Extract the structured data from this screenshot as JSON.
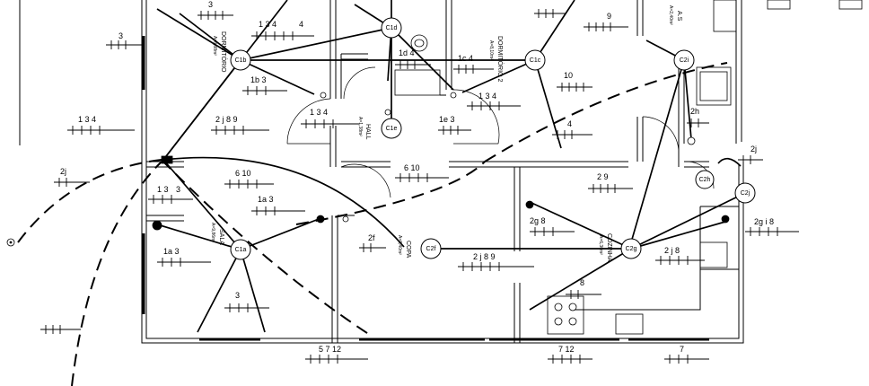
{
  "rooms": [
    {
      "id": "dormitorio1",
      "name": "DORMITÓRIO",
      "area": "A=8,88m²"
    },
    {
      "id": "dormitorio2",
      "name": "DORMITÓRIO 2",
      "area": "A=8,10m²"
    },
    {
      "id": "hall",
      "name": "HALL",
      "area": "A=1,38m²"
    },
    {
      "id": "sala",
      "name": "SALA",
      "area": "A=9,86m²"
    },
    {
      "id": "copa",
      "name": "COPA",
      "area": "A=8,40m²"
    },
    {
      "id": "cozinha",
      "name": "COZINHA",
      "area": "A=6,30m²"
    },
    {
      "id": "as",
      "name": "A.S",
      "area": "A=2,40m²"
    }
  ],
  "nodes": [
    {
      "id": "c1b",
      "label": "C1b"
    },
    {
      "id": "c1d",
      "label": "C1d"
    },
    {
      "id": "c1c",
      "label": "C1c"
    },
    {
      "id": "c1e",
      "label": "C1e"
    },
    {
      "id": "c2i",
      "label": "C2i"
    },
    {
      "id": "c1a",
      "label": "C1a"
    },
    {
      "id": "c2f",
      "label": "C2f"
    },
    {
      "id": "c2g",
      "label": "C2g"
    },
    {
      "id": "c2j",
      "label": "C2j"
    },
    {
      "id": "c2h",
      "label": "C2h"
    }
  ],
  "circuit_labels": [
    {
      "id": "t1",
      "text": "3"
    },
    {
      "id": "t2",
      "text": "3"
    },
    {
      "id": "t3",
      "text": "1  3  4"
    },
    {
      "id": "t4",
      "text": "9"
    },
    {
      "id": "t5",
      "text": "1d  4"
    },
    {
      "id": "t6",
      "text": "1c  4"
    },
    {
      "id": "t7",
      "text": "1b  3"
    },
    {
      "id": "t8",
      "text": "10"
    },
    {
      "id": "t9",
      "text": "1  3  4"
    },
    {
      "id": "t10",
      "text": "1  3  4"
    },
    {
      "id": "t11",
      "text": "1  3  4"
    },
    {
      "id": "t12",
      "text": "2  j  8  9"
    },
    {
      "id": "t13",
      "text": "1e  3"
    },
    {
      "id": "t14",
      "text": "4"
    },
    {
      "id": "t15",
      "text": "2h"
    },
    {
      "id": "t16",
      "text": "2j"
    },
    {
      "id": "t17",
      "text": "2j"
    },
    {
      "id": "t18",
      "text": "6  10"
    },
    {
      "id": "t19",
      "text": "6  10"
    },
    {
      "id": "t20",
      "text": "2  9"
    },
    {
      "id": "t21",
      "text": "1  3"
    },
    {
      "id": "t22",
      "text": "1a  3"
    },
    {
      "id": "t23",
      "text": "2g  8"
    },
    {
      "id": "t24",
      "text": "2g  i  8"
    },
    {
      "id": "t25",
      "text": "1a  3"
    },
    {
      "id": "t26",
      "text": "2f"
    },
    {
      "id": "t27",
      "text": "2  j  8  9"
    },
    {
      "id": "t28",
      "text": "2  j  8"
    },
    {
      "id": "t29",
      "text": "3"
    },
    {
      "id": "t30",
      "text": "8"
    },
    {
      "id": "t31",
      "text": "5  7  12"
    },
    {
      "id": "t32",
      "text": "7  12"
    },
    {
      "id": "t33",
      "text": "7"
    },
    {
      "id": "t34",
      "text": "3"
    },
    {
      "id": "t35",
      "text": "4"
    }
  ]
}
